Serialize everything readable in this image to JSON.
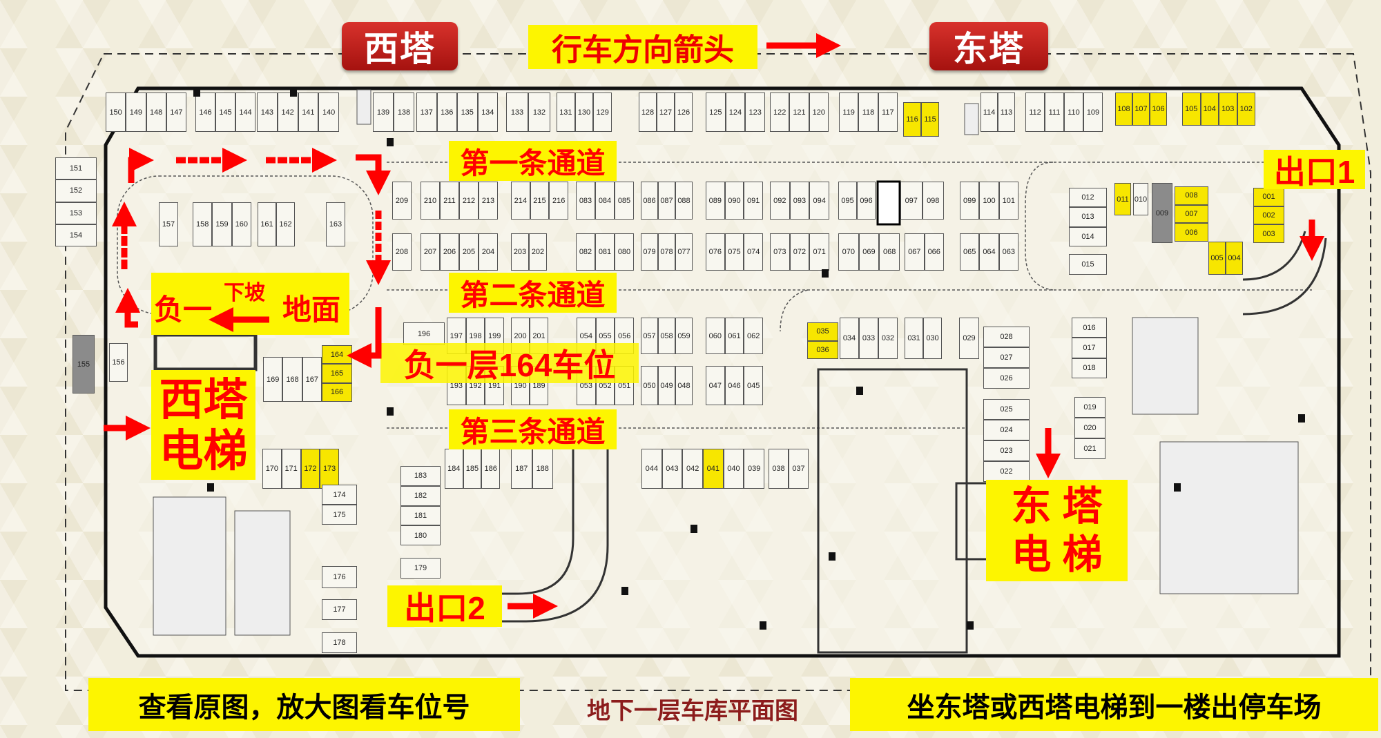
{
  "header": {
    "west_tower": "西塔",
    "east_tower": "东塔",
    "legend": "行车方向箭头"
  },
  "labels": {
    "lane1": "第一条通道",
    "lane2": "第二条通道",
    "lane3": "第三条通道",
    "ramp_b1": "负一",
    "ramp_down": "下坡",
    "ramp_ground": "地面",
    "spot164": "负一层164车位",
    "west_elevator_1": "西塔",
    "west_elevator_2": "电梯",
    "east_elevator_1": "东 塔",
    "east_elevator_2": "电 梯",
    "exit1": "出口1",
    "exit2": "出口2"
  },
  "footer": {
    "left": "查看原图，放大图看车位号",
    "center": "地下一层车库平面图",
    "right": "坐东塔或西塔电梯到一楼出停车场"
  },
  "colors": {
    "highlight": "#f7e600",
    "arrow": "#ff0000",
    "label_bg": "#fdf500",
    "disabled": "#8b8b8b"
  },
  "spot_groups": [
    {
      "ids": [
        "150",
        "149",
        "148",
        "147"
      ]
    },
    {
      "ids": [
        "146",
        "145",
        "144"
      ]
    },
    {
      "ids": [
        "143",
        "142",
        "141",
        "140"
      ]
    },
    {
      "ids": [
        "139",
        "138"
      ]
    },
    {
      "ids": [
        "137",
        "136",
        "135",
        "134"
      ]
    },
    {
      "ids": [
        "133",
        "132"
      ]
    },
    {
      "ids": [
        "131",
        "130",
        "129"
      ]
    },
    {
      "ids": [
        "128",
        "127",
        "126"
      ]
    },
    {
      "ids": [
        "125",
        "124",
        "123"
      ]
    },
    {
      "ids": [
        "122",
        "121",
        "120"
      ]
    },
    {
      "ids": [
        "119",
        "118",
        "117"
      ]
    },
    {
      "ids": [
        "116",
        "115"
      ],
      "highlight": true
    },
    {
      "ids": [
        "114",
        "113"
      ]
    },
    {
      "ids": [
        "112",
        "111",
        "110",
        "109"
      ]
    },
    {
      "ids": [
        "108",
        "107",
        "106"
      ],
      "highlight": true
    },
    {
      "ids": [
        "105",
        "104",
        "103",
        "102"
      ],
      "highlight": true
    },
    {
      "ids": [
        "209"
      ]
    },
    {
      "ids": [
        "210",
        "211",
        "212",
        "213"
      ]
    },
    {
      "ids": [
        "214",
        "215",
        "216"
      ]
    },
    {
      "ids": [
        "083",
        "084",
        "085"
      ]
    },
    {
      "ids": [
        "086",
        "087",
        "088"
      ]
    },
    {
      "ids": [
        "089",
        "090",
        "091"
      ]
    },
    {
      "ids": [
        "092",
        "093",
        "094"
      ]
    },
    {
      "ids": [
        "095",
        "096"
      ]
    },
    {
      "ids": [
        "097",
        "098"
      ]
    },
    {
      "ids": [
        "099",
        "100",
        "101"
      ]
    },
    {
      "ids": [
        "208"
      ]
    },
    {
      "ids": [
        "207",
        "206",
        "205",
        "204"
      ]
    },
    {
      "ids": [
        "203",
        "202"
      ]
    },
    {
      "ids": [
        "082",
        "081",
        "080"
      ]
    },
    {
      "ids": [
        "079",
        "078",
        "077"
      ]
    },
    {
      "ids": [
        "076",
        "075",
        "074"
      ]
    },
    {
      "ids": [
        "073",
        "072",
        "071"
      ]
    },
    {
      "ids": [
        "070",
        "069",
        "068"
      ]
    },
    {
      "ids": [
        "067",
        "066"
      ]
    },
    {
      "ids": [
        "065",
        "064",
        "063"
      ]
    },
    {
      "ids": [
        "151",
        "152",
        "153",
        "154"
      ]
    },
    {
      "ids": [
        "157"
      ]
    },
    {
      "ids": [
        "158",
        "159",
        "160"
      ]
    },
    {
      "ids": [
        "161",
        "162"
      ]
    },
    {
      "ids": [
        "163"
      ]
    },
    {
      "ids": [
        "155"
      ],
      "disabled": true
    },
    {
      "ids": [
        "156"
      ]
    },
    {
      "ids": [
        "164",
        "165",
        "166"
      ],
      "highlight": true
    },
    {
      "ids": [
        "169",
        "168",
        "167"
      ]
    },
    {
      "ids": [
        "196"
      ]
    },
    {
      "ids": [
        "197",
        "198",
        "199"
      ]
    },
    {
      "ids": [
        "200",
        "201"
      ]
    },
    {
      "ids": [
        "054",
        "055",
        "056"
      ]
    },
    {
      "ids": [
        "057",
        "058",
        "059"
      ]
    },
    {
      "ids": [
        "060",
        "061",
        "062"
      ]
    },
    {
      "ids": [
        "035",
        "036"
      ],
      "highlight": true
    },
    {
      "ids": [
        "034",
        "033",
        "032"
      ]
    },
    {
      "ids": [
        "031",
        "030"
      ]
    },
    {
      "ids": [
        "029"
      ]
    },
    {
      "ids": [
        "193",
        "192",
        "191"
      ]
    },
    {
      "ids": [
        "190",
        "189"
      ]
    },
    {
      "ids": [
        "053",
        "052",
        "051"
      ]
    },
    {
      "ids": [
        "050",
        "049",
        "048"
      ]
    },
    {
      "ids": [
        "047",
        "046",
        "045"
      ]
    },
    {
      "ids": [
        "028",
        "027",
        "026"
      ]
    },
    {
      "ids": [
        "025",
        "024",
        "023",
        "022"
      ]
    },
    {
      "ids": [
        "012",
        "013",
        "014"
      ]
    },
    {
      "ids": [
        "015"
      ]
    },
    {
      "ids": [
        "011"
      ],
      "highlight": true
    },
    {
      "ids": [
        "010"
      ]
    },
    {
      "ids": [
        "009"
      ],
      "disabled": true
    },
    {
      "ids": [
        "008",
        "007",
        "006"
      ],
      "highlight": true
    },
    {
      "ids": [
        "005",
        "004"
      ],
      "highlight": true
    },
    {
      "ids": [
        "001",
        "002",
        "003"
      ],
      "highlight": true
    },
    {
      "ids": [
        "016",
        "017",
        "018"
      ]
    },
    {
      "ids": [
        "019",
        "020",
        "021"
      ]
    },
    {
      "ids": [
        "170",
        "171",
        "172",
        "173"
      ],
      "highlight_ids": [
        "172",
        "173"
      ]
    },
    {
      "ids": [
        "174",
        "175"
      ]
    },
    {
      "ids": [
        "176"
      ]
    },
    {
      "ids": [
        "177"
      ]
    },
    {
      "ids": [
        "178"
      ]
    },
    {
      "ids": [
        "183",
        "182",
        "181",
        "180"
      ]
    },
    {
      "ids": [
        "179"
      ]
    },
    {
      "ids": [
        "184",
        "185",
        "186"
      ]
    },
    {
      "ids": [
        "187",
        "188"
      ]
    },
    {
      "ids": [
        "044",
        "043",
        "042",
        "041",
        "040",
        "039"
      ],
      "highlight_ids": [
        "041"
      ]
    },
    {
      "ids": [
        "038",
        "037"
      ]
    }
  ]
}
